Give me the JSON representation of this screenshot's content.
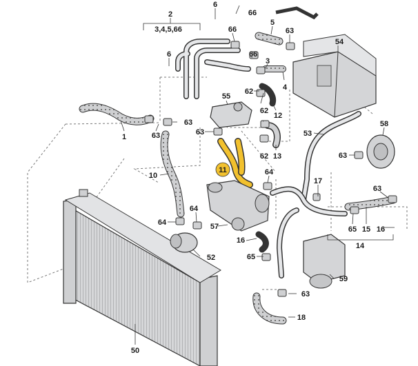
{
  "diagram": {
    "highlight_color": "#f2c12e",
    "line_color": "#2a2a2a",
    "part_fill": "#d9dadc",
    "hose_fill": "#c9cacc",
    "callouts": [
      {
        "id": "c2",
        "text": "2"
      },
      {
        "id": "c3456",
        "text": "3,4,5,66"
      },
      {
        "id": "c6a",
        "text": "6"
      },
      {
        "id": "c6b",
        "text": "6"
      },
      {
        "id": "c66a",
        "text": "66"
      },
      {
        "id": "c66b",
        "text": "66"
      },
      {
        "id": "c66c",
        "text": "66"
      },
      {
        "id": "c5",
        "text": "5"
      },
      {
        "id": "c63a",
        "text": "63"
      },
      {
        "id": "c54",
        "text": "54"
      },
      {
        "id": "c3",
        "text": "3"
      },
      {
        "id": "c4",
        "text": "4"
      },
      {
        "id": "c55",
        "text": "55"
      },
      {
        "id": "c62a",
        "text": "62"
      },
      {
        "id": "c62b",
        "text": "62"
      },
      {
        "id": "c12",
        "text": "12"
      },
      {
        "id": "c62c",
        "text": "62"
      },
      {
        "id": "c13",
        "text": "13"
      },
      {
        "id": "c63b",
        "text": "63"
      },
      {
        "id": "c63c",
        "text": "63"
      },
      {
        "id": "c63d",
        "text": "63"
      },
      {
        "id": "c1",
        "text": "1"
      },
      {
        "id": "c53",
        "text": "53"
      },
      {
        "id": "c58",
        "text": "58"
      },
      {
        "id": "c63e",
        "text": "63"
      },
      {
        "id": "c11",
        "text": "11"
      },
      {
        "id": "c64a",
        "text": "64"
      },
      {
        "id": "c10",
        "text": "10"
      },
      {
        "id": "c17",
        "text": "17"
      },
      {
        "id": "c63f",
        "text": "63"
      },
      {
        "id": "c64b",
        "text": "64"
      },
      {
        "id": "c64c",
        "text": "64"
      },
      {
        "id": "c57",
        "text": "57"
      },
      {
        "id": "c65a",
        "text": "65"
      },
      {
        "id": "c15",
        "text": "15"
      },
      {
        "id": "c16a",
        "text": "16"
      },
      {
        "id": "c16b",
        "text": "16"
      },
      {
        "id": "c14",
        "text": "14"
      },
      {
        "id": "c52",
        "text": "52"
      },
      {
        "id": "c65b",
        "text": "65"
      },
      {
        "id": "c59",
        "text": "59"
      },
      {
        "id": "c63g",
        "text": "63"
      },
      {
        "id": "c18",
        "text": "18"
      },
      {
        "id": "c50",
        "text": "50"
      }
    ]
  }
}
